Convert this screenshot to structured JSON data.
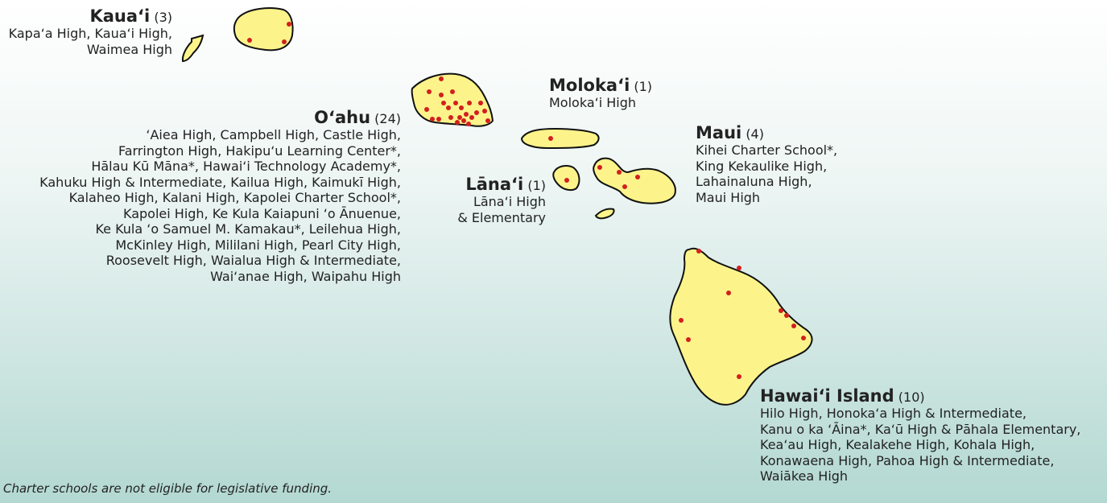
{
  "islands": {
    "kauai": {
      "name": "Kaua‘i",
      "count": "(3)",
      "schools": [
        "Kapa‘a High, Kaua‘i High,",
        "Waimea High"
      ]
    },
    "oahu": {
      "name": "O‘ahu",
      "count": "(24)",
      "schools": [
        "‘Aiea High, Campbell High, Castle High,",
        "Farrington High, Hakipu‘u Learning Center*,",
        "Hālau Kū Māna*, Hawai‘i Technology Academy*,",
        "Kahuku High & Intermediate, Kailua High, Kaimukī High,",
        "Kalaheo High, Kalani High, Kapolei Charter School*,",
        "Kapolei High, Ke Kula Kaiapuni ‘o Ānuenue,",
        "Ke Kula ‘o Samuel M. Kamakau*, Leilehua High,",
        "McKinley High, Mililani High, Pearl City High,",
        "Roosevelt High, Waialua High & Intermediate,",
        "Wai‘anae High, Waipahu High"
      ]
    },
    "molokai": {
      "name": "Moloka‘i",
      "count": "(1)",
      "schools": [
        "Moloka‘i High"
      ]
    },
    "lanai": {
      "name": "Lāna‘i",
      "count": "(1)",
      "schools": [
        "Lāna‘i High",
        "& Elementary"
      ]
    },
    "maui": {
      "name": "Maui",
      "count": "(4)",
      "schools": [
        "Kihei Charter School*,",
        "King Kekaulike High,",
        "Lahainaluna High,",
        "Maui High"
      ]
    },
    "hawaii": {
      "name": "Hawai‘i Island",
      "count": "(10)",
      "schools": [
        "Hilo High, Honoka‘a High & Intermediate,",
        "Kanu o ka ‘Āina*, Ka‘ū High & Pāhala Elementary,",
        "Kea‘au High, Kealakehe High, Kohala High,",
        "Konawaena High, Pahoa High & Intermediate,",
        "Waiākea High"
      ]
    }
  },
  "footnote": "Charter schools are not eligible for legislative funding.",
  "colors": {
    "island_fill": "#fcf48a",
    "school_dot": "#d21f1f",
    "background_top": "#ffffff",
    "background_bottom": "#b3d8d2"
  }
}
